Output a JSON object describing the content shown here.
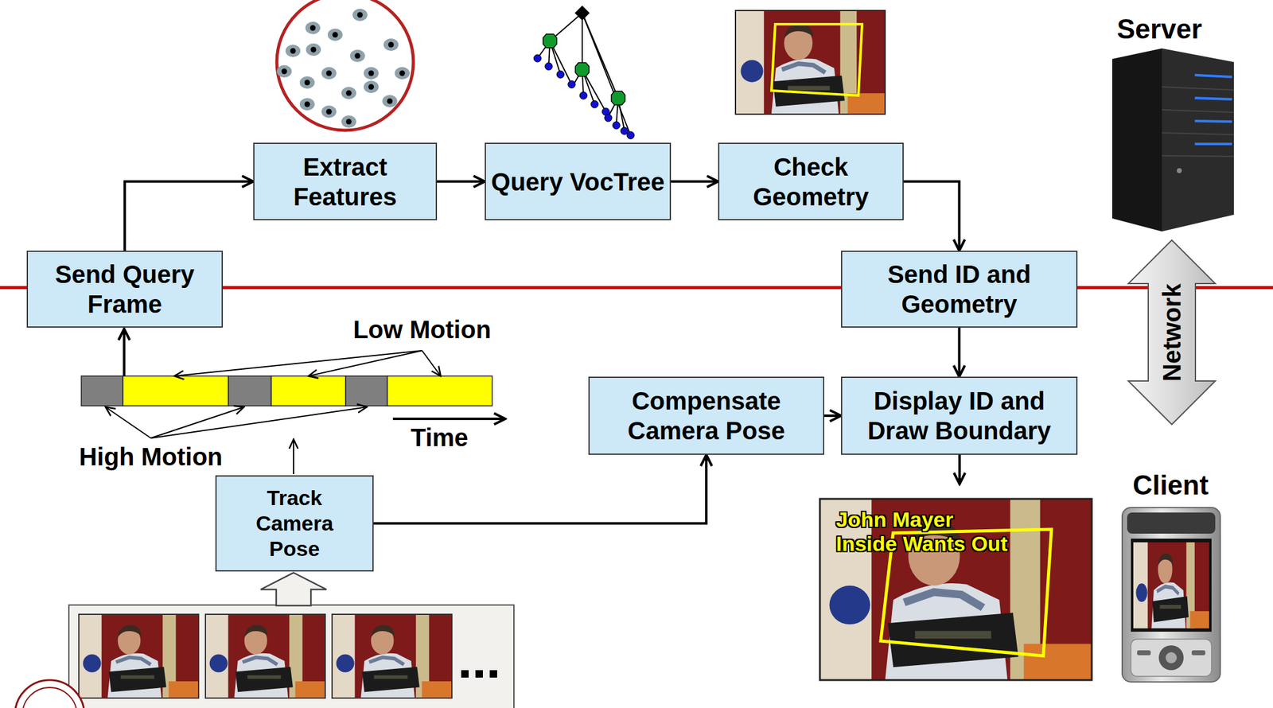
{
  "diagram": {
    "nodes": [
      {
        "text": [
          "Extract Features"
        ]
      },
      {
        "text": [
          "Query VocTree"
        ]
      },
      {
        "text": [
          "Check Geometry"
        ]
      },
      {
        "text": [
          "Send Query Frame"
        ]
      },
      {
        "text": [
          "Send ID and Geometry"
        ]
      },
      {
        "text": [
          "Compensate Camera Pose"
        ]
      },
      {
        "text": [
          "Display ID and Draw Boundary"
        ]
      },
      {
        "text": [
          "Track Camera Pose"
        ]
      }
    ],
    "edges": [
      {
        "from": 3,
        "to": 0,
        "arrow": "to"
      },
      {
        "from": 0,
        "to": 1,
        "arrow": "to"
      },
      {
        "from": 1,
        "to": 2,
        "arrow": "to"
      },
      {
        "from": 2,
        "to": 4,
        "arrow": "to"
      },
      {
        "from": 4,
        "to": 6,
        "arrow": "to"
      },
      {
        "from": 5,
        "to": 6,
        "arrow": "to"
      },
      {
        "from": 7,
        "to": 5,
        "arrow": "to"
      }
    ],
    "labels": [
      "Server",
      "Low Motion",
      "Network",
      "Time",
      "High Motion",
      "Client",
      "John Mayer Inside Wants Out"
    ]
  }
}
